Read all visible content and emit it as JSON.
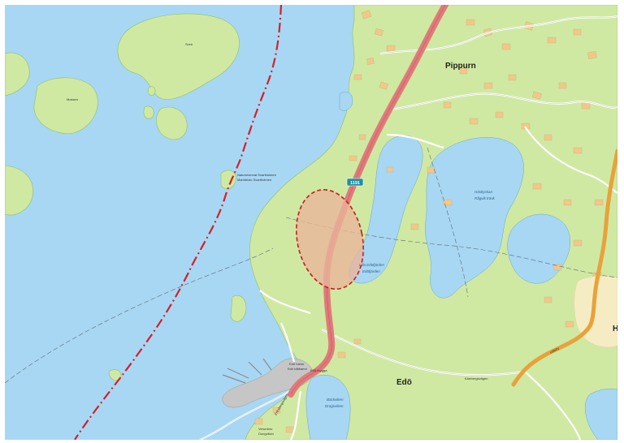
{
  "colors": {
    "water": "#a8d7f3",
    "land": "#cfe9a3",
    "built": "#f0c98a",
    "road_main": "#e07a7a",
    "road_regional": "#e8a23a",
    "boundary": "#d3202a",
    "marker_fill": "#e8b59a",
    "marker_stroke": "#c51d1d",
    "badge": "#1f8fa0",
    "harbor": "#c6c6c6"
  },
  "labels": {
    "pippurn": "Pippurn",
    "edo": "Edö",
    "hi": "Hi",
    "road_badge": "1191",
    "skeri": "Sveri",
    "mossen": "Mossen",
    "nature_reserve_1": "Naturreservat Svartholmen",
    "nature_reserve_2": "Marinbiolo Svartholmen",
    "lake_ragvik": "Hästlyckan",
    "lake_ragvik2": "Rågvik träsk",
    "bay_east": "Lilla Edöfjärden",
    "bay_east2": "Edöfjärden",
    "bay_south": "Bäckviken",
    "bay_south2": "Dragsviken",
    "harbor": "Edö hamn",
    "harbor2": "Edö båthamn",
    "ferry": "Edö brygga",
    "verum": "Verumbro",
    "verum2": "Dungviken",
    "street_south": "Eriksbergsvägen",
    "street_east": "Kärrbergsvägen",
    "hillfort": "Hilleby"
  },
  "icons": {
    "marker": "impact-area-ellipse",
    "badge": "road-number-badge"
  }
}
